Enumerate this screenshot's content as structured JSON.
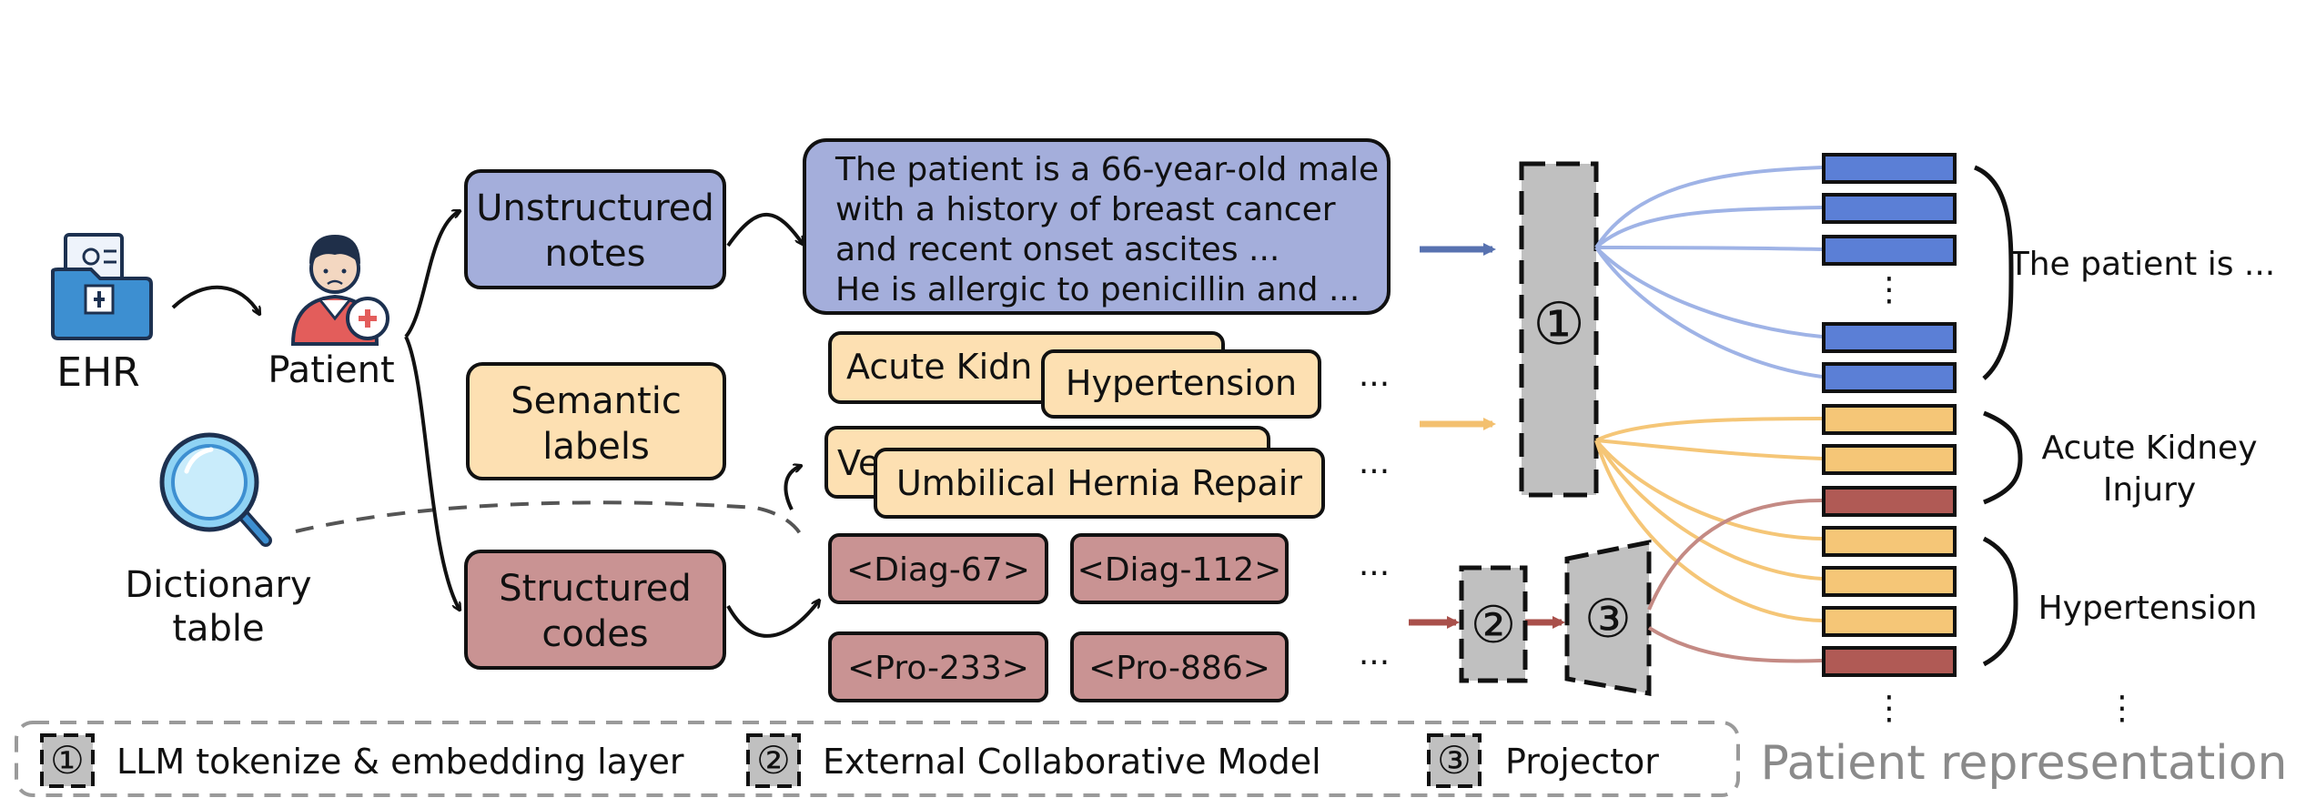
{
  "sources": {
    "ehr": "EHR",
    "patient": "Patient",
    "dictionary": [
      "Dictionary",
      "table"
    ]
  },
  "categories": {
    "unstructured": [
      "Unstructured",
      "notes"
    ],
    "semantic": [
      "Semantic",
      "labels"
    ],
    "structured": [
      "Structured",
      "codes"
    ]
  },
  "note_text": [
    "The patient is a 66-year-old male",
    "with a history of breast cancer",
    "and recent onset ascites ...",
    "He is allergic to penicillin and ..."
  ],
  "semantic_labels": {
    "row1_back": "Acute Kidn",
    "row1_front": "Hypertension",
    "row2_back": "Ve",
    "row2_front": "Umbilical Hernia Repair"
  },
  "codes": {
    "diag": [
      "<Diag-67>",
      "<Diag-112>"
    ],
    "pro": [
      "<Pro-233>",
      "<Pro-886>"
    ]
  },
  "ellipsis": "...",
  "vdots": "⋮",
  "modules": {
    "m1": "①",
    "m2": "②",
    "m3": "③"
  },
  "right_labels": {
    "text": "The patient is ...",
    "aki": [
      "Acute Kidney",
      "Injury"
    ],
    "hypertension": "Hypertension"
  },
  "legend": [
    {
      "marker": "①",
      "text": "LLM tokenize & embedding layer"
    },
    {
      "marker": "②",
      "text": "External Collaborative Model"
    },
    {
      "marker": "③",
      "text": "Projector"
    }
  ],
  "output_title": "Patient representation",
  "colors": {
    "note_fill": "#a4aedb",
    "label_fill": "#fde0b2",
    "code_fill": "#c99393",
    "token_blue": "#5b7fd6",
    "token_orange": "#f5c677",
    "token_red": "#b05a55",
    "arrow_blue": "#5872b0",
    "arrow_orange": "#f3c06f",
    "arrow_red": "#a9504b",
    "module_gray": "#c0c0c0"
  }
}
